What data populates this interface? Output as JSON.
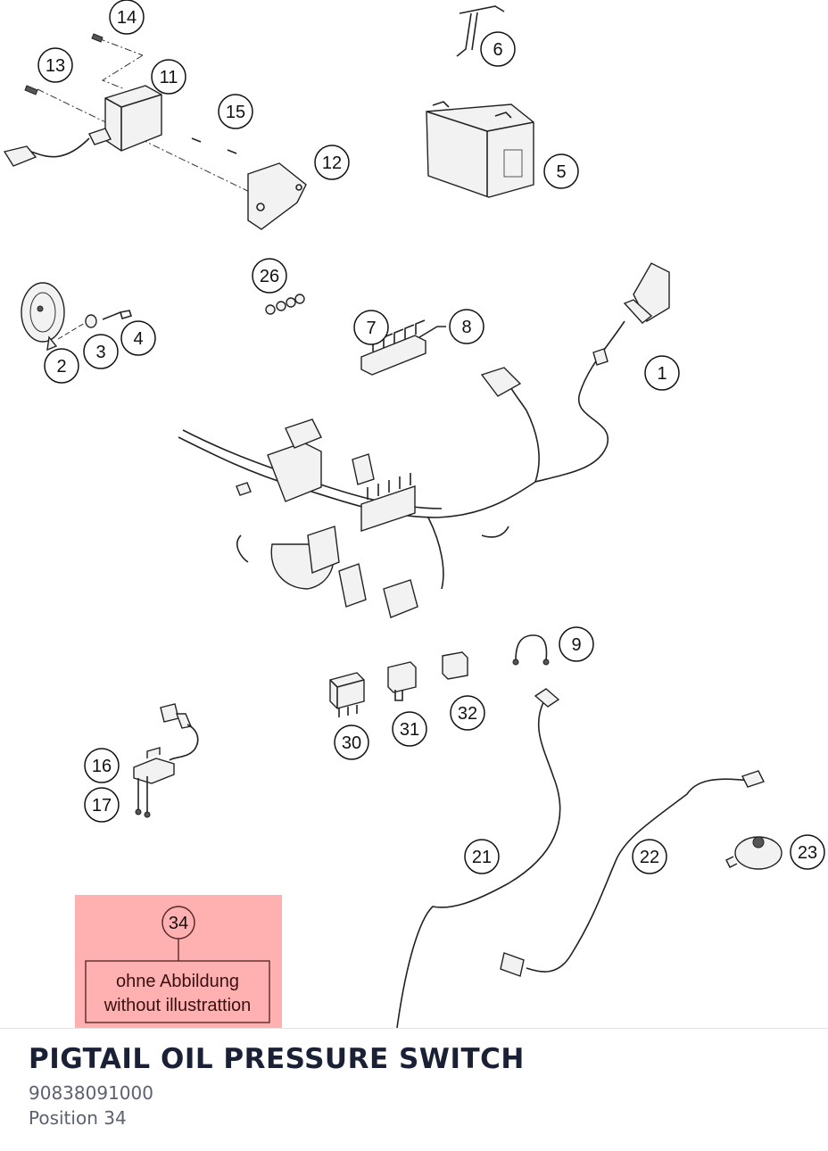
{
  "part": {
    "title": "PIGTAIL OIL PRESSURE SWITCH",
    "number": "90838091000",
    "position": "Position 34"
  },
  "diagram": {
    "callouts": [
      "1",
      "2",
      "3",
      "4",
      "5",
      "6",
      "7",
      "8",
      "9",
      "11",
      "12",
      "13",
      "14",
      "15",
      "16",
      "17",
      "21",
      "22",
      "23",
      "26",
      "30",
      "31",
      "32",
      "34"
    ],
    "note_lines": [
      "ohne Abbildung",
      "without illustrattion"
    ],
    "highlight_color": "#ffb0b0"
  }
}
